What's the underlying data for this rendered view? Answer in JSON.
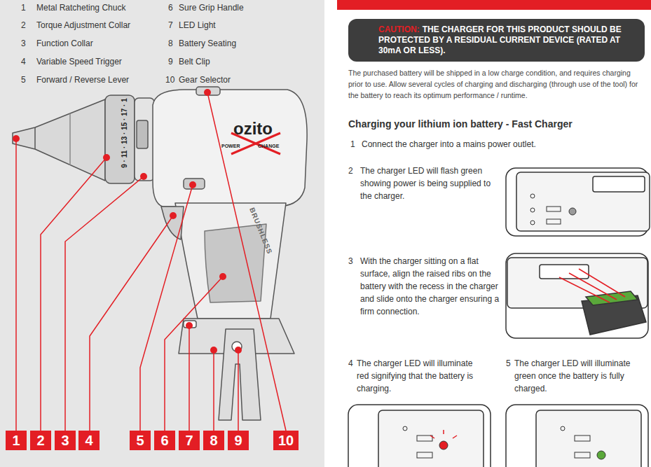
{
  "diagram": {
    "nodes": [
      {
        "text": [
          "1"
        ]
      },
      {
        "text": [
          "2"
        ]
      },
      {
        "text": [
          "3"
        ]
      },
      {
        "text": [
          "4"
        ]
      },
      {
        "text": [
          "5"
        ]
      },
      {
        "text": [
          "6"
        ]
      },
      {
        "text": [
          "7"
        ]
      },
      {
        "text": [
          "8"
        ]
      },
      {
        "text": [
          "9"
        ]
      },
      {
        "text": [
          "10"
        ]
      },
      {
        "text": [
          "CAUTION:",
          "THE CHARGER FOR THIS PRODUCT SHOULD BE PROTECTED BY A RESIDUAL CURRENT DEVICE (RATED AT 30mA OR LESS)."
        ]
      }
    ],
    "labels": [
      "1",
      "Metal Ratcheting Chuck",
      "2",
      "Torque Adjustment Collar",
      "3",
      "Function Collar",
      "4",
      "Variable Speed Trigger",
      "5",
      "Forward / Reverse Lever",
      "6",
      "Sure Grip Handle",
      "7",
      "LED Light",
      "8",
      "Battery Seating",
      "9",
      "Belt Clip",
      "10",
      "Gear Selector",
      "9 · 11 · 13 · 15 · 17 · 1",
      "ozito",
      "POWER",
      "CHANGE",
      "BRUSHLESS",
      "The purchased battery will be shipped in a low charge condition, and requires charging prior to use. Allow several cycles of charging and discharging (through use of the tool) for the battery to reach its optimum performance / runtime.",
      "Charging your lithium ion battery - Fast Charger",
      "1",
      "Connect the charger into a mains power outlet.",
      "2",
      "The charger LED will flash green showing power is being supplied to the charger.",
      "3",
      "With the charger sitting on a flat surface, align the raised ribs on the battery with the recess in the charger and slide onto the charger ensuring a firm connection.",
      "4",
      "The charger LED will illuminate red signifying that the battery is charging.",
      "5",
      "The charger LED will illuminate green once the battery is fully charged."
    ]
  }
}
